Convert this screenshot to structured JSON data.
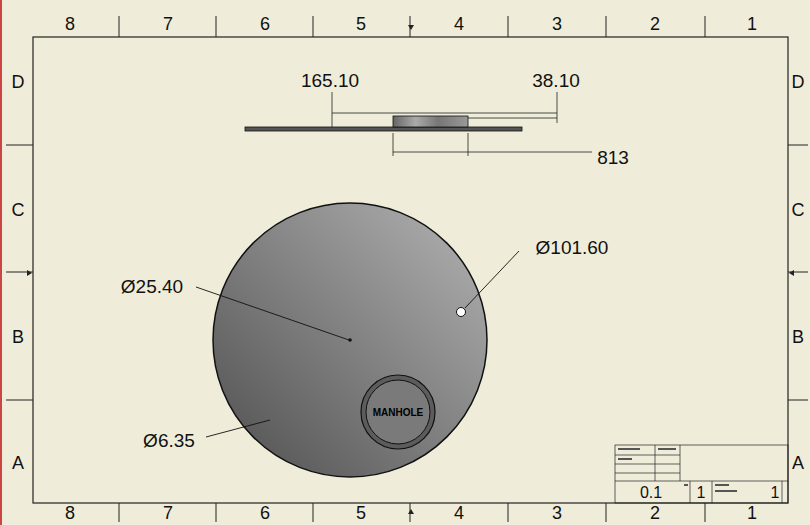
{
  "diagram": {
    "nodes": [
      {
        "text": [
          "MANHOLE"
        ]
      }
    ],
    "edges": [],
    "labels": [
      "8",
      "7",
      "6",
      "5",
      "4",
      "3",
      "2",
      "1",
      "D",
      "165.10",
      "38.10",
      "D",
      "813",
      "C",
      "C",
      "Ø101.60",
      "Ø25.40",
      "B",
      "B",
      "Ø6.35",
      "A",
      "A",
      "0.1",
      "1",
      "1",
      "8",
      "7",
      "6",
      "5",
      "4",
      "3",
      "2",
      "1"
    ]
  }
}
